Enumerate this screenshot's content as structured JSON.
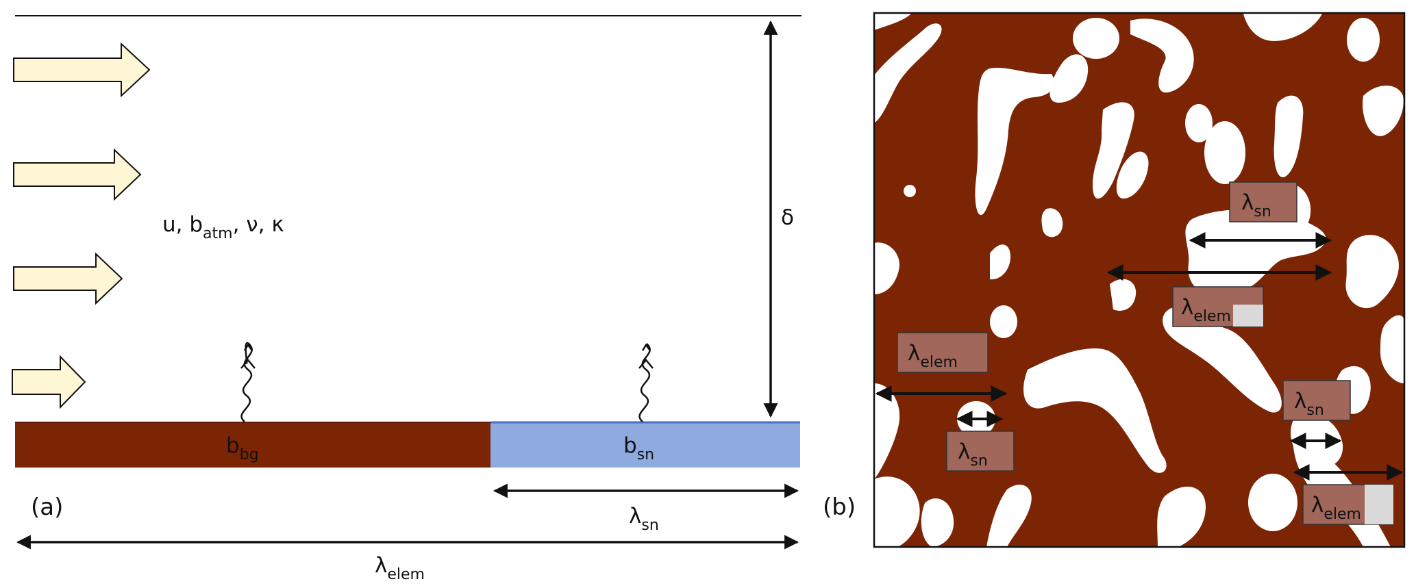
{
  "colors": {
    "background_ground": "#7c2505",
    "snow_patch": "#8eaadf",
    "snow_patch_edge": "#4a6fc4",
    "snow_white": "#ffffff",
    "wind_arrow_fill": "#fff6d5",
    "ink": "#111111",
    "label_box_fill": "#a0675a",
    "label_box_light": "#d9d9d9"
  },
  "panel_a": {
    "label": "(a)",
    "flow_vars": {
      "u": "u, b",
      "batm_sub": "atm",
      "rest": ", ν, κ"
    },
    "delta": "δ",
    "b_bg": {
      "base": "b",
      "sub": "bg"
    },
    "b_sn": {
      "base": "b",
      "sub": "sn"
    },
    "lambda_sn": {
      "base": "λ",
      "sub": "sn"
    },
    "lambda_elem": {
      "base": "λ",
      "sub": "elem"
    },
    "icons": [
      "wind-arrow-icon",
      "wind-arrow-icon",
      "wind-arrow-icon",
      "wind-arrow-icon",
      "heat-flux-squiggle-icon",
      "heat-flux-squiggle-icon"
    ]
  },
  "panel_b": {
    "label": "(b)",
    "boxes": [
      {
        "base": "λ",
        "sub": "sn"
      },
      {
        "base": "λ",
        "sub": "elem"
      },
      {
        "base": "λ",
        "sub": "elem"
      },
      {
        "base": "λ",
        "sub": "sn"
      },
      {
        "base": "λ",
        "sub": "sn"
      },
      {
        "base": "λ",
        "sub": "elem"
      }
    ]
  }
}
